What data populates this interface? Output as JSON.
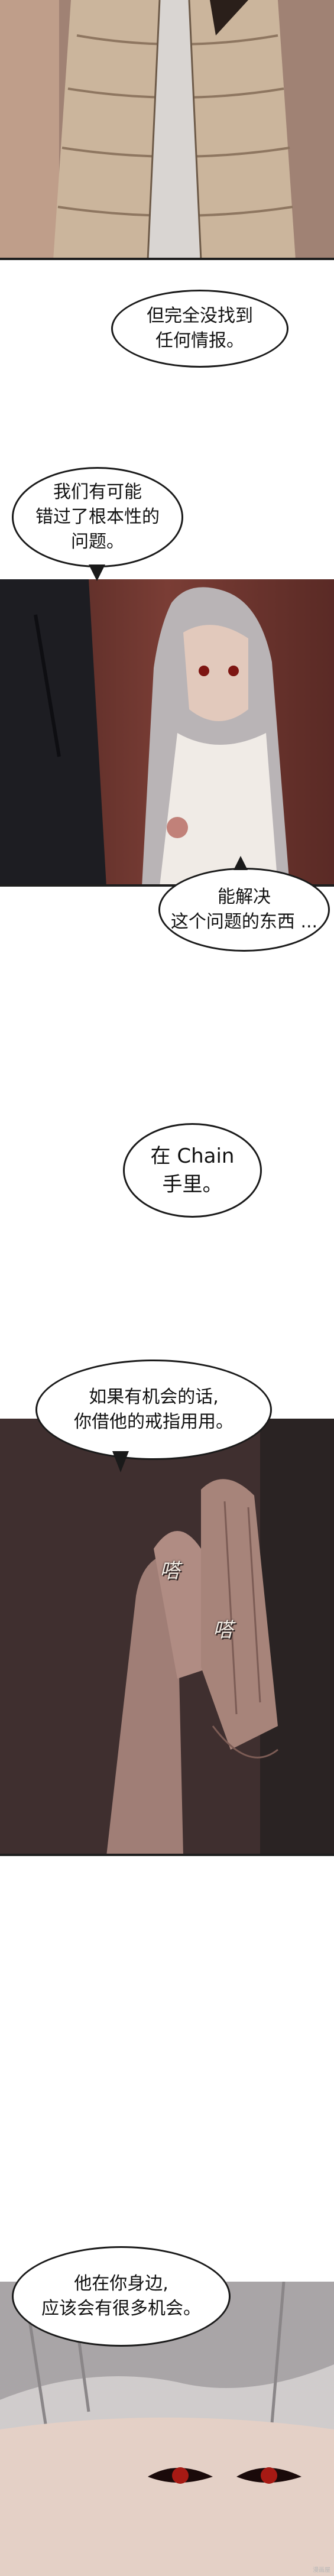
{
  "bubbles": {
    "b1": "但完全没找到\n任何情报。",
    "b2": "我们有可能\n错过了根本性的\n问题。",
    "b3": "能解决\n这个问题的东西 ...",
    "b4": "在 Chain\n手里。",
    "b5": "如果有机会的话,\n你借他的戒指用用。",
    "b6": "他在你身边,\n应该会有很多机会。"
  },
  "sfx": {
    "tap1": "嗒",
    "tap2": "嗒"
  },
  "watermark": "漫画屋"
}
